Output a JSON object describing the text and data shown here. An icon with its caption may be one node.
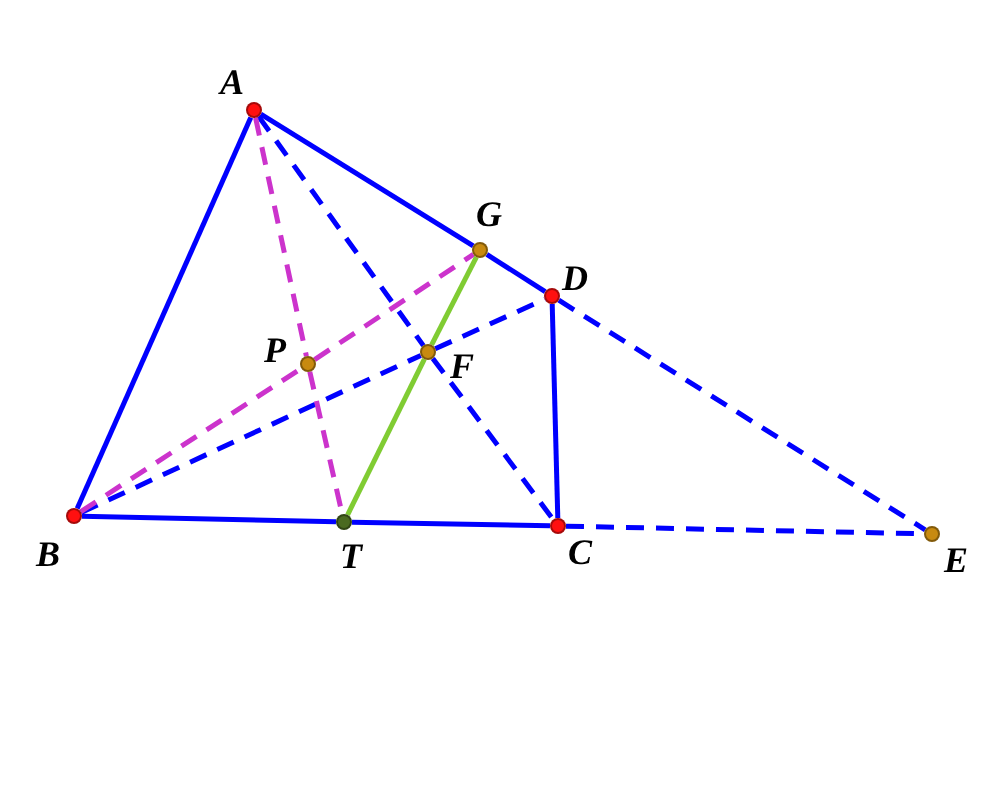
{
  "diagram": {
    "nodes": [
      {
        "text": [
          "A"
        ]
      },
      {
        "text": [
          "G"
        ]
      },
      {
        "text": [
          "D"
        ]
      },
      {
        "text": [
          "P"
        ]
      },
      {
        "text": [
          "F"
        ]
      },
      {
        "text": [
          "B"
        ]
      },
      {
        "text": [
          "T"
        ]
      },
      {
        "text": [
          "C"
        ]
      },
      {
        "text": [
          "E"
        ]
      }
    ],
    "edges": [
      {
        "from": 5,
        "to": 0,
        "arrow": "none"
      },
      {
        "from": 0,
        "to": 1,
        "arrow": "none"
      },
      {
        "from": 1,
        "to": 2,
        "arrow": "none"
      },
      {
        "from": 2,
        "to": 7,
        "arrow": "none"
      },
      {
        "from": 5,
        "to": 6,
        "arrow": "none"
      },
      {
        "from": 6,
        "to": 7,
        "arrow": "none"
      },
      {
        "from": 0,
        "to": 4,
        "arrow": "none",
        "style": "dashed"
      },
      {
        "from": 4,
        "to": 7,
        "arrow": "none",
        "style": "dashed"
      },
      {
        "from": 5,
        "to": 4,
        "arrow": "none",
        "style": "dashed"
      },
      {
        "from": 4,
        "to": 2,
        "arrow": "none",
        "style": "dashed"
      },
      {
        "from": 2,
        "to": 8,
        "arrow": "none",
        "style": "dashed"
      },
      {
        "from": 7,
        "to": 8,
        "arrow": "none",
        "style": "dashed"
      },
      {
        "from": 0,
        "to": 3,
        "arrow": "none",
        "style": "dashed",
        "color": "#cc33cc"
      },
      {
        "from": 3,
        "to": 6,
        "arrow": "none",
        "style": "dashed",
        "color": "#cc33cc"
      },
      {
        "from": 5,
        "to": 3,
        "arrow": "none",
        "style": "dashed",
        "color": "#cc33cc"
      },
      {
        "from": 3,
        "to": 1,
        "arrow": "none",
        "style": "dashed",
        "color": "#cc33cc"
      },
      {
        "from": 1,
        "to": 4,
        "arrow": "none",
        "color": "#80cc33"
      },
      {
        "from": 4,
        "to": 6,
        "arrow": "none",
        "color": "#80cc33"
      }
    ]
  }
}
